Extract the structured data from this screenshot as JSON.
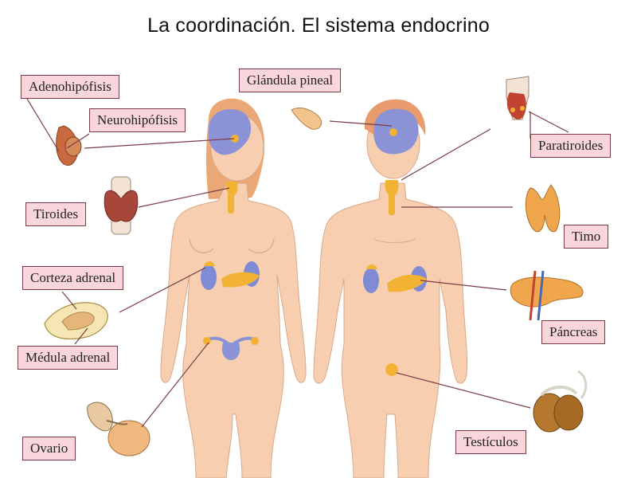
{
  "title": "La coordinación.  El sistema endocrino",
  "labels": {
    "adenohipofisis": "Adenohipófisis",
    "neurohipofisis": "Neurohipófisis",
    "glandula_pineal": "Glándula pineal",
    "paratiroides": "Paratiroides",
    "tiroides": "Tiroides",
    "timo": "Timo",
    "corteza_adrenal": "Corteza adrenal",
    "medula_adrenal": "Médula adrenal",
    "pancreas": "Páncreas",
    "ovario": "Ovario",
    "testiculos": "Testículos"
  },
  "colors": {
    "label_bg": "#f9d6dc",
    "label_border": "#7a3b47",
    "skin": "#f7cfb0",
    "hair_female": "#e9a876",
    "hair_male": "#e89b6c",
    "brain": "#8b93d6",
    "gland": "#f2b233",
    "kidney": "#7f8bd4",
    "line": "#7a3b47"
  }
}
